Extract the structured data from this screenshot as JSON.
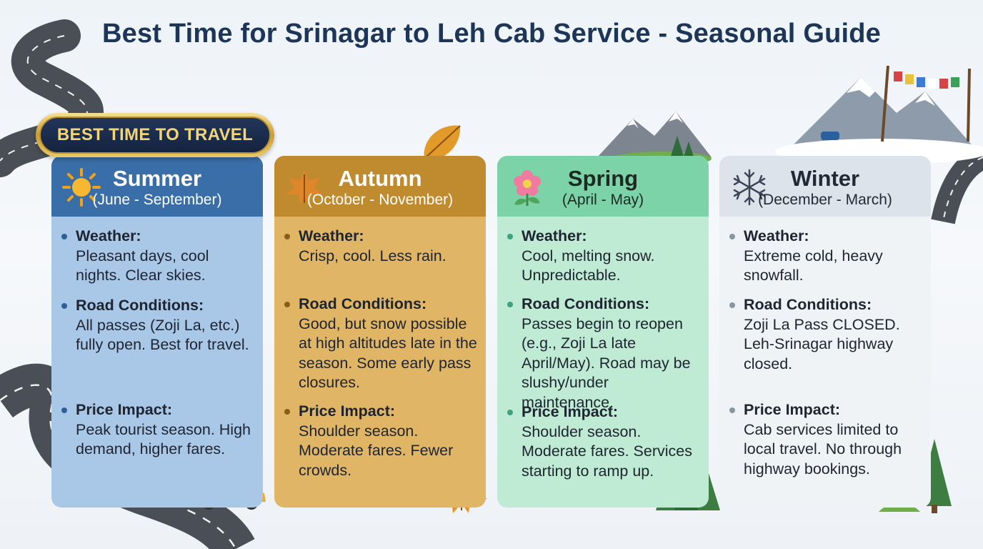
{
  "page": {
    "title": "Best Time for Srinagar to Leh Cab Service - Seasonal Guide",
    "badge": "BEST TIME TO TRAVEL"
  },
  "colors": {
    "title": "#1d3557",
    "summer": "#3a6ea8",
    "autumn": "#c08a2e",
    "spring": "#7cd3a8",
    "winter": "#dde3ea",
    "badge_gold": "#c99c36"
  },
  "icons": {
    "summer": "sun-icon",
    "autumn": "maple-leaf-icon",
    "spring": "flower-icon",
    "winter": "snowflake-icon"
  },
  "seasons": [
    {
      "name": "Summer",
      "months": "(June - September)",
      "weather_label": "Weather:",
      "weather": "Pleasant days, cool nights. Clear skies.",
      "road_label": "Road Conditions:",
      "road": "All passes (Zoji La, etc.) fully open. Best for travel.",
      "price_label": "Price Impact:",
      "price": "Peak tourist season. High demand, higher fares."
    },
    {
      "name": "Autumn",
      "months": "(October - November)",
      "weather_label": "Weather:",
      "weather": "Crisp, cool. Less rain.",
      "road_label": "Road Conditions:",
      "road": "Good, but snow possible at high altitudes late in the season. Some early pass closures.",
      "price_label": "Price Impact:",
      "price": "Shoulder season. Moderate fares. Fewer crowds."
    },
    {
      "name": "Spring",
      "months": "(April - May)",
      "weather_label": "Weather:",
      "weather": "Cool, melting snow. Unpredictable.",
      "road_label": "Road Conditions:",
      "road": "Passes begin to reopen (e.g., Zoji La late April/May). Road may be slushy/under maintenance.",
      "price_label": "Price Impact:",
      "price": "Shoulder season. Moderate fares. Services starting to ramp up."
    },
    {
      "name": "Winter",
      "months": "(December - March)",
      "weather_label": "Weather:",
      "weather": "Extreme cold, heavy snowfall.",
      "road_label": "Road Conditions:",
      "road": "Zoji La Pass CLOSED. Leh-Srinagar highway closed.",
      "price_label": "Price Impact:",
      "price": "Cab services limited to local travel. No through highway bookings."
    }
  ]
}
